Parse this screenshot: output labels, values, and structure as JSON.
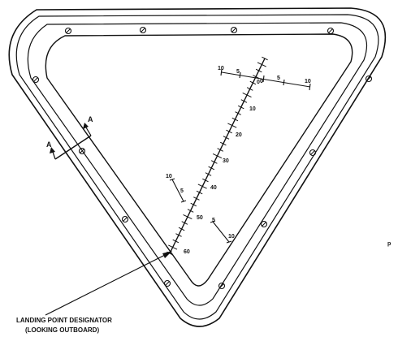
{
  "figure": {
    "callout_line1": "LANDING POINT DESIGNATOR",
    "callout_line2": "(LOOKING OUTBOARD)",
    "section_label_upper": "A",
    "section_label_lower": "A",
    "corner_mark": "p"
  },
  "main_scale": {
    "labels": [
      "0",
      "10",
      "20",
      "30",
      "40",
      "50",
      "60"
    ]
  },
  "top_scale": {
    "labels": [
      "10",
      "5",
      "0",
      "5",
      "10"
    ]
  },
  "left_short_scale": {
    "labels": [
      "10",
      "5"
    ]
  },
  "right_short_scale": {
    "labels": [
      "5",
      "10"
    ]
  }
}
